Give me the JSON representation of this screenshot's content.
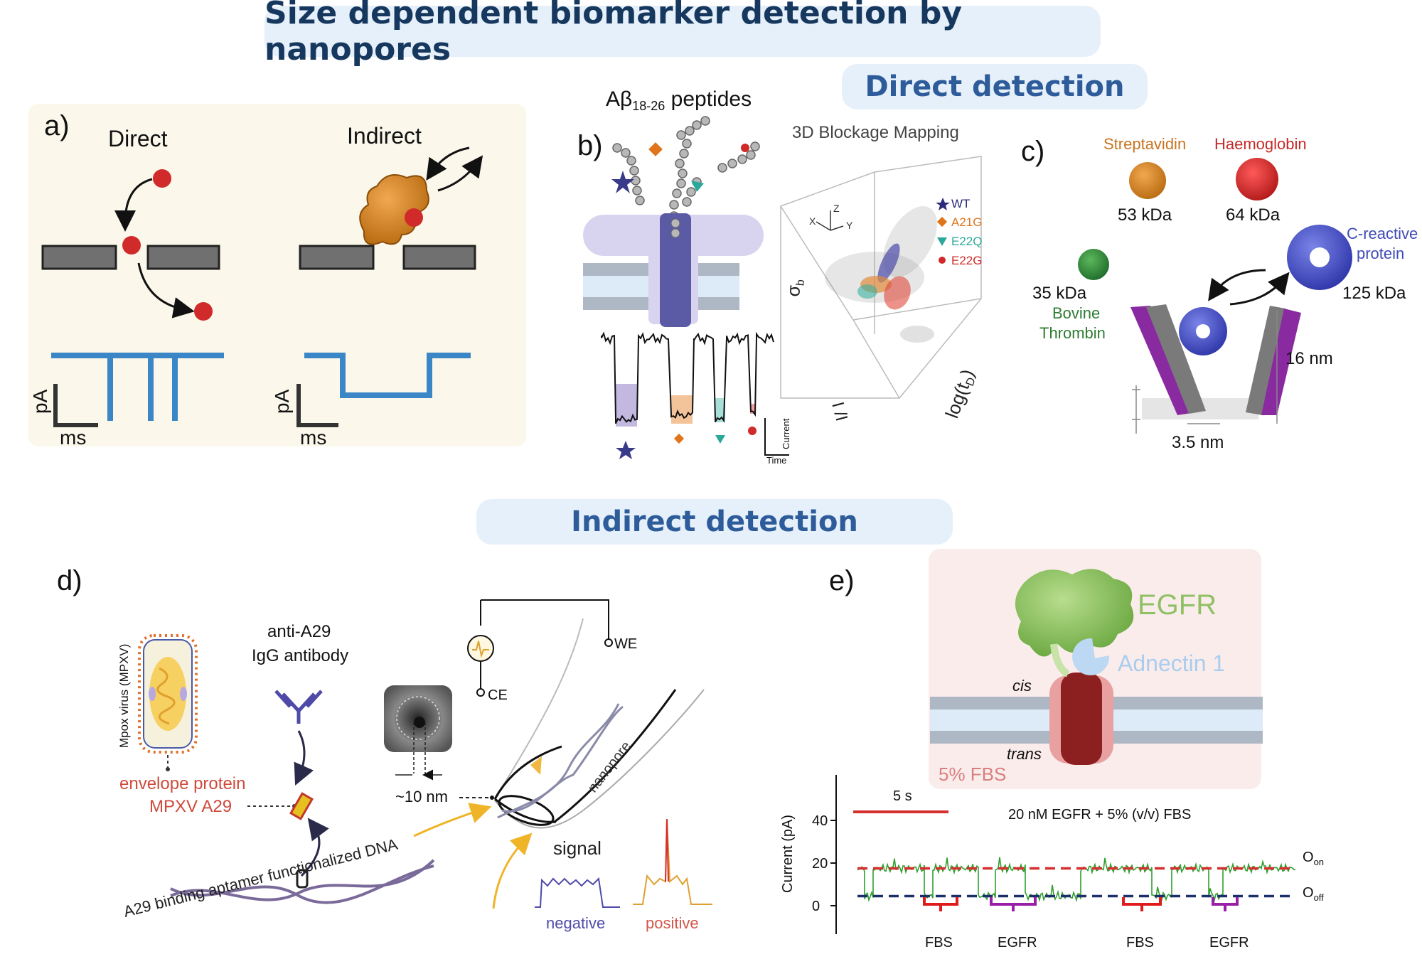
{
  "title": "Size dependent biomarker detection by nanopores",
  "sections": {
    "direct": "Direct detection",
    "indirect": "Indirect detection"
  },
  "panel_a": {
    "letter": "a)",
    "direct_label": "Direct",
    "indirect_label": "Indirect",
    "y_unit": "pA",
    "x_unit": "ms"
  },
  "panel_b": {
    "letter": "b)",
    "peptides_base": "Aβ",
    "peptides_sub": "18-26",
    "peptides_suffix": " peptides",
    "map_title": "3D Blockage Mapping",
    "legend": [
      "WT",
      "A21G",
      "E22Q",
      "E22G"
    ],
    "axes": {
      "x": "X",
      "y": "Y",
      "z": "Z",
      "sigma": "σ",
      "sigma_sub": "b",
      "ratio": "I /I",
      "ratio_sub1": "b",
      "ratio_sub2": "0",
      "logt": "log(t",
      "logt_sub": "D",
      "logt_end": ")"
    },
    "scale": {
      "y": "Current",
      "x": "Time"
    }
  },
  "panel_c": {
    "letter": "c)",
    "proteins": [
      {
        "name": "Streptavidin",
        "mass": "53 kDa"
      },
      {
        "name": "Haemoglobin",
        "mass": "64 kDa"
      },
      {
        "name": "Bovine Thrombin",
        "mass": "35 kDa"
      },
      {
        "name": "C-reactive protein",
        "mass": "125 kDa"
      }
    ],
    "height": "16 nm",
    "width": "3.5 nm"
  },
  "panel_d": {
    "letter": "d)",
    "virus": "Mpox virus (MPXV)",
    "envelope": "envelope protein",
    "a29": "MPXV A29",
    "antibody_line1": "anti-A29",
    "antibody_line2": "IgG antibody",
    "aptamer": "A29 binding aptamer functionalized DNA",
    "pore_size": "~10 nm",
    "we": "WE",
    "ce": "CE",
    "nanopore": "nanopore",
    "signal": "signal",
    "negative": "negative",
    "positive": "positive"
  },
  "panel_e": {
    "letter": "e)",
    "egfr": "EGFR",
    "adnectin": "Adnectin 1",
    "cis": "cis",
    "trans": "trans",
    "fbs_box": "5% FBS",
    "scale_bar": "5 s",
    "condition": "20 nM EGFR + 5% (v/v) FBS",
    "ylabel": "Current (pA)",
    "yticks": [
      "40",
      "20",
      "0"
    ],
    "o_on": "O",
    "o_on_sub": "on",
    "o_off": "O",
    "o_off_sub": "off",
    "events": [
      "FBS",
      "EGFR",
      "FBS",
      "EGFR"
    ],
    "colors": {
      "trace": "#2f9e2f",
      "on_line": "#d62f2f",
      "off_line": "#1b2f6b",
      "fbs": "#e01b1b",
      "egfr": "#9a1fa8"
    }
  }
}
